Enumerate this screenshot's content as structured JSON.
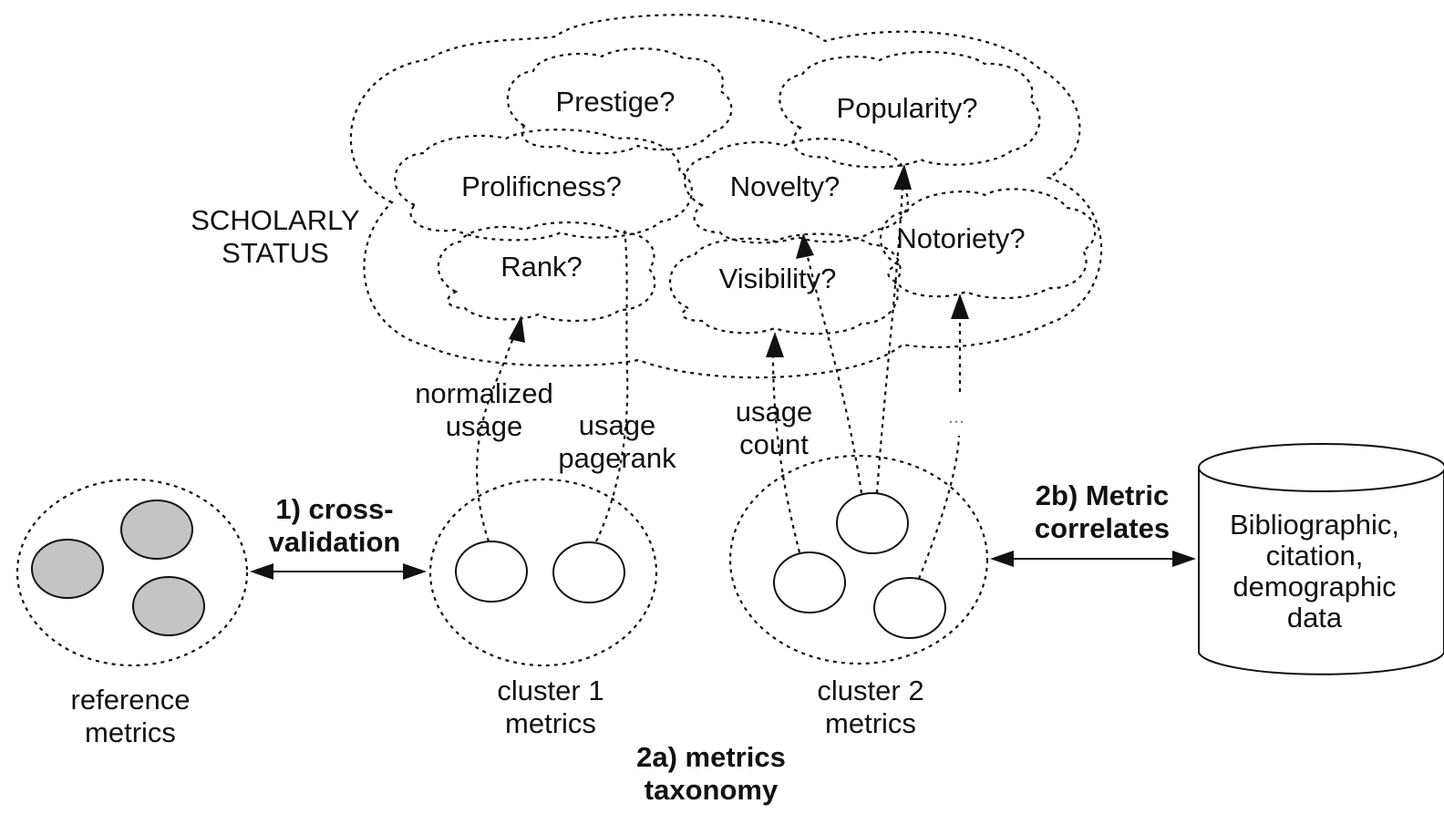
{
  "scholarly_status": {
    "line1": "SCHOLARLY",
    "line2": "STATUS"
  },
  "constructs": {
    "prestige": "Prestige?",
    "popularity": "Popularity?",
    "prolificness": "Prolificness?",
    "novelty": "Novelty?",
    "notoriety": "Notoriety?",
    "rank": "Rank?",
    "visibility": "Visibility?"
  },
  "metric_labels": {
    "normalized_usage": {
      "line1": "normalized",
      "line2": "usage"
    },
    "usage_pagerank": {
      "line1": "usage",
      "line2": "pagerank"
    },
    "usage_count": {
      "line1": "usage",
      "line2": "count"
    },
    "ellipsis": "..."
  },
  "groups": {
    "reference": {
      "line1": "reference",
      "line2": "metrics"
    },
    "cluster1": {
      "line1": "cluster 1",
      "line2": "metrics"
    },
    "cluster2": {
      "line1": "cluster 2",
      "line2": "metrics"
    }
  },
  "steps": {
    "cross_validation": {
      "line1": "1) cross-",
      "line2": "validation"
    },
    "metrics_taxonomy": {
      "line1": "2a) metrics",
      "line2": "taxonomy"
    },
    "metric_correlates": {
      "line1": "2b) Metric",
      "line2": "correlates"
    }
  },
  "database": {
    "line1": "Bibliographic,",
    "line2": "citation,",
    "line3": "demographic",
    "line4": "data"
  }
}
